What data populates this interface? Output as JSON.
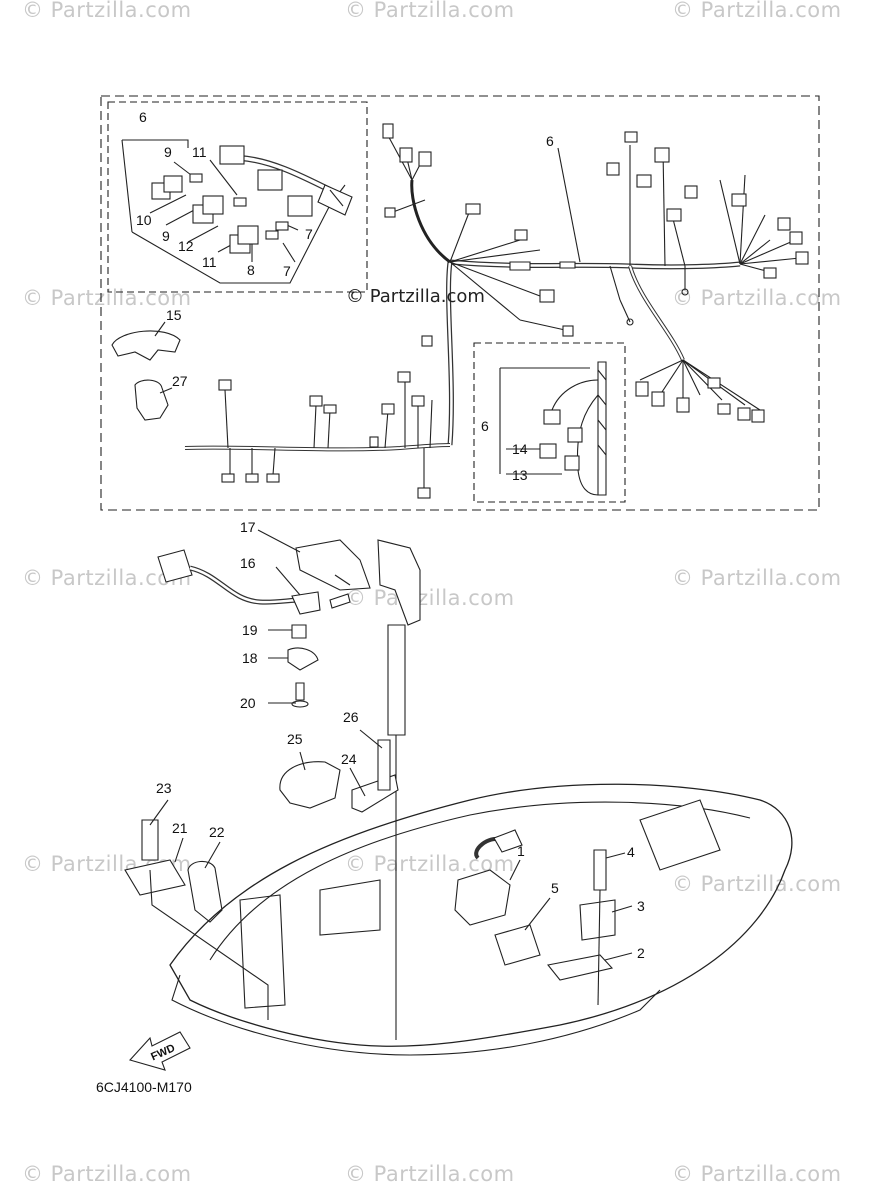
{
  "watermark": "© Partzilla.com",
  "center_watermark": "© Partzilla.com",
  "diagram_code": "6CJ4100-M170",
  "fwd_label": "FWD",
  "callouts": [
    {
      "id": "c6a",
      "text": "6"
    },
    {
      "id": "c9a",
      "text": "9"
    },
    {
      "id": "c11a",
      "text": "11"
    },
    {
      "id": "c10",
      "text": "10"
    },
    {
      "id": "c9b",
      "text": "9"
    },
    {
      "id": "c12",
      "text": "12"
    },
    {
      "id": "c11b",
      "text": "11"
    },
    {
      "id": "c8",
      "text": "8"
    },
    {
      "id": "c7a",
      "text": "7"
    },
    {
      "id": "c7b",
      "text": "7"
    },
    {
      "id": "c6b",
      "text": "6"
    },
    {
      "id": "c15",
      "text": "15"
    },
    {
      "id": "c27",
      "text": "27"
    },
    {
      "id": "c6c",
      "text": "6"
    },
    {
      "id": "c14",
      "text": "14"
    },
    {
      "id": "c13",
      "text": "13"
    },
    {
      "id": "c17",
      "text": "17"
    },
    {
      "id": "c16",
      "text": "16"
    },
    {
      "id": "c19",
      "text": "19"
    },
    {
      "id": "c18",
      "text": "18"
    },
    {
      "id": "c20",
      "text": "20"
    },
    {
      "id": "c26",
      "text": "26"
    },
    {
      "id": "c25",
      "text": "25"
    },
    {
      "id": "c24",
      "text": "24"
    },
    {
      "id": "c23",
      "text": "23"
    },
    {
      "id": "c21",
      "text": "21"
    },
    {
      "id": "c22",
      "text": "22"
    },
    {
      "id": "c1",
      "text": "1"
    },
    {
      "id": "c4",
      "text": "4"
    },
    {
      "id": "c5",
      "text": "5"
    },
    {
      "id": "c3",
      "text": "3"
    },
    {
      "id": "c2",
      "text": "2"
    }
  ]
}
